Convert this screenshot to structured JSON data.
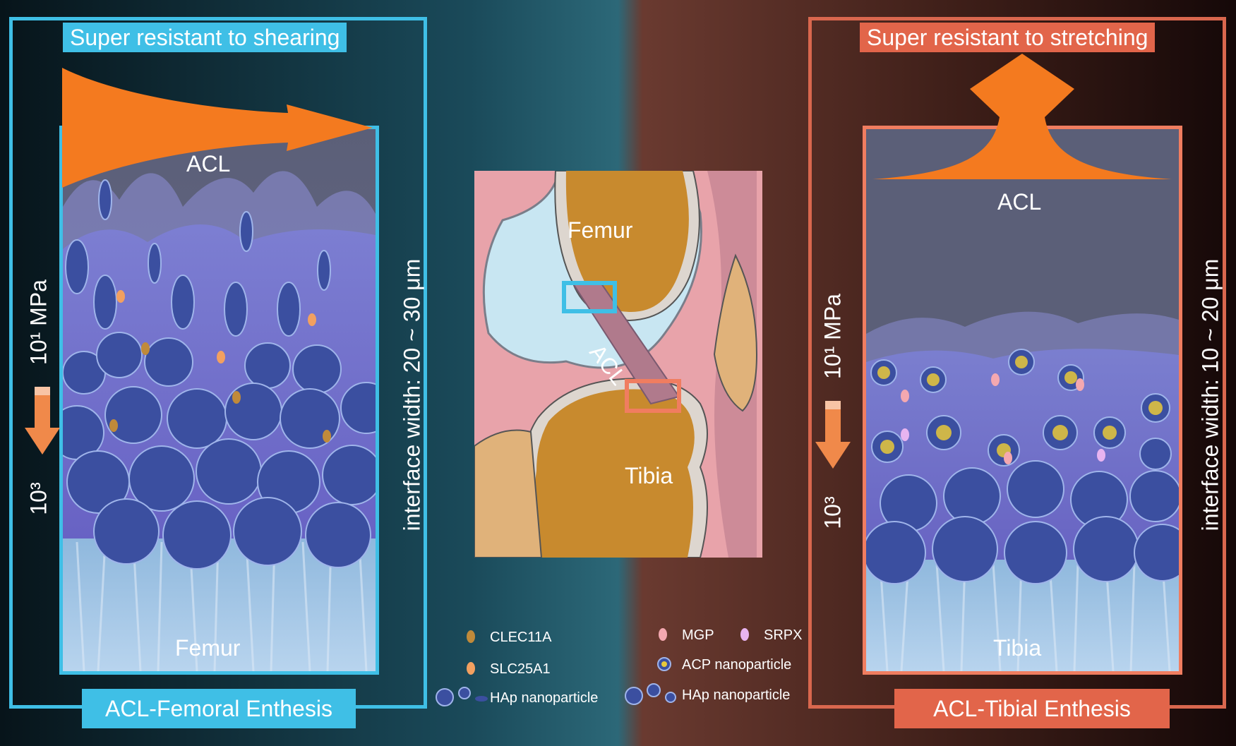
{
  "left": {
    "title": "Super resistant to shearing",
    "top_label": "ACL",
    "bottom_label": "Femur",
    "footer": "ACL-Femoral Enthesis",
    "interface_width": "interface width: 20 ~ 30 μm",
    "scale_top": "10¹ MPa",
    "scale_bottom": "10³"
  },
  "right": {
    "title": "Super resistant to stretching",
    "top_label": "ACL",
    "bottom_label": "Tibia",
    "footer": "ACL-Tibial Enthesis",
    "interface_width": "interface width: 10 ~ 20 μm",
    "scale_top": "10¹ MPa",
    "scale_bottom": "10³"
  },
  "knee": {
    "femur": "Femur",
    "tibia": "Tibia",
    "acl": "ACL"
  },
  "legend": {
    "left": [
      "CLEC11A",
      "SLC25A1",
      "HAp nanoparticle"
    ],
    "right_row1": [
      "MGP",
      "SRPX"
    ],
    "right": [
      "ACP nanoparticle",
      "HAp nanoparticle"
    ]
  },
  "colors": {
    "cyan": "#3fbfe6",
    "orange": "#f07d60",
    "arrow": "#f47a1f",
    "clec11a": "#c08a3a",
    "slc25a1": "#f2a060",
    "mgp": "#f4a8b0",
    "srpx": "#e8b4f0"
  }
}
